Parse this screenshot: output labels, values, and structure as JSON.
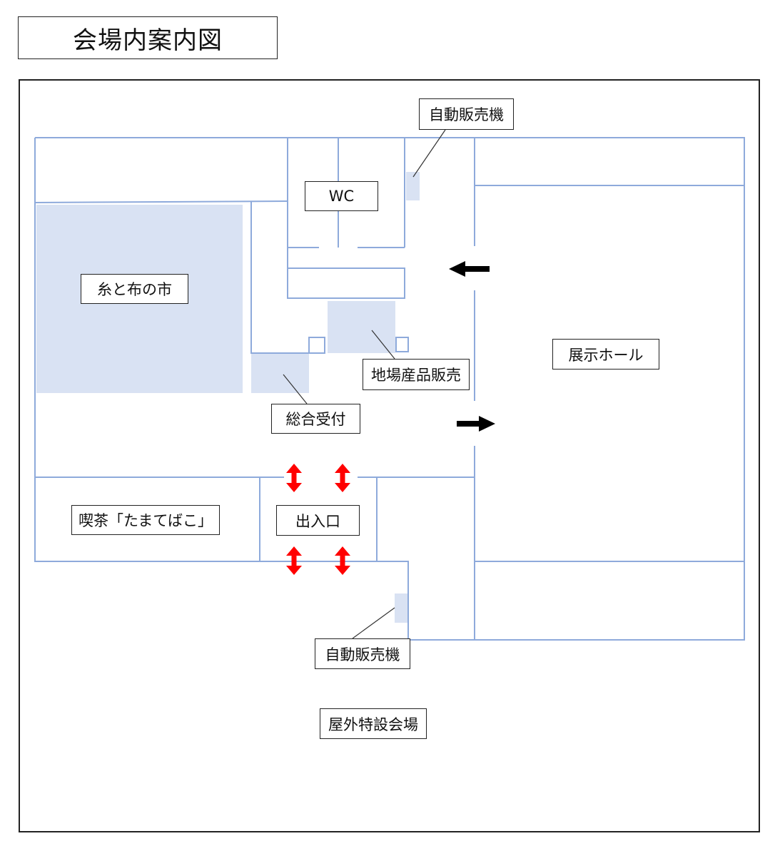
{
  "title": "会場内案内図",
  "labels": {
    "vending_top": "自動販売機",
    "wc": "WC",
    "thread_cloth_market": "糸と布の市",
    "exhibition_hall": "展示ホール",
    "local_products": "地場産品販売",
    "reception": "総合受付",
    "cafe": "喫茶「たまてばこ」",
    "entrance": "出入口",
    "vending_bottom": "自動販売機",
    "outdoor_venue": "屋外特設会場"
  },
  "colors": {
    "wall": "#8eaadb",
    "room_fill": "#d9e2f3",
    "arrow_black": "#000000",
    "arrow_red": "#ff0000"
  }
}
